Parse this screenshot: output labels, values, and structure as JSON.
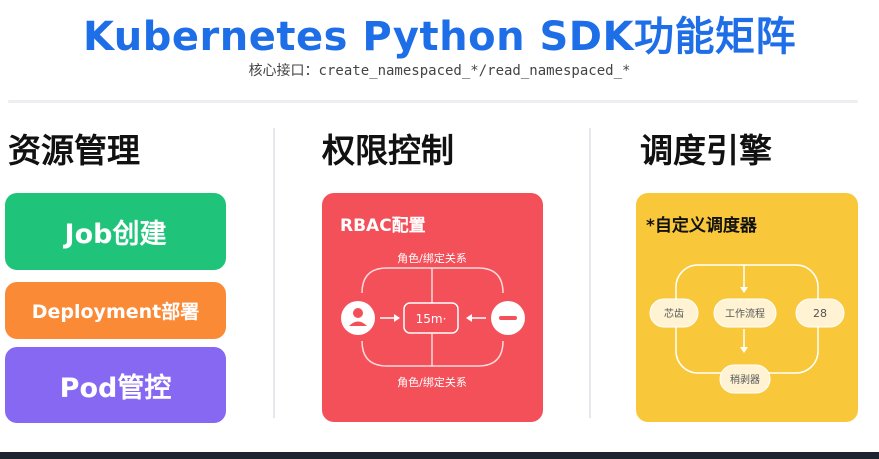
{
  "header": {
    "title": "Kubernetes Python SDK功能矩阵",
    "subtitle": "核心接口：create_namespaced_*/read_namespaced_*"
  },
  "sections": {
    "resource": {
      "title": "资源管理",
      "items": [
        {
          "label": "Job创建",
          "color": "#1fc47a"
        },
        {
          "label": "Deployment部署",
          "color": "#fb8a37"
        },
        {
          "label": "Pod管控",
          "color": "#8668f3"
        }
      ]
    },
    "permission": {
      "title": "权限控制",
      "panel_title": "RBAC配置",
      "top_label": "角色/绑定关系",
      "bottom_label": "角色/绑定关系",
      "center_label": "15m·",
      "left_icon": "user-icon",
      "right_icon": "minus-icon",
      "color": "#f4505a"
    },
    "scheduling": {
      "title": "调度引擎",
      "panel_title": "*自定义调度器",
      "left_node": "芯齿",
      "center_node": "工作流程",
      "right_node": "28",
      "bottom_node": "稍剥器",
      "color": "#f9c83a"
    }
  }
}
